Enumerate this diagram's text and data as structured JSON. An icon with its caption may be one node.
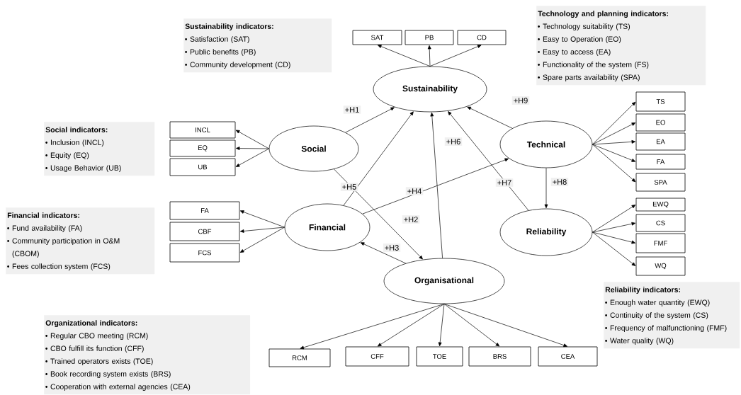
{
  "diagram": {
    "nodes": [
      {
        "text": [
          "Sustainability indicators:",
          "Satisfaction (SAT)",
          "Public benefits (PB)",
          "Community development (CD)"
        ]
      },
      {
        "text": [
          "Technology and planning indicators:",
          "Technology suitability (TS)",
          "Easy to Operation (EO)",
          "Easy to access (EA)",
          "Functionality of the system (FS)",
          "Spare parts availability (SPA)"
        ]
      },
      {
        "text": [
          "SAT"
        ]
      },
      {
        "text": [
          "PB"
        ]
      },
      {
        "text": [
          "CD"
        ]
      },
      {
        "text": [
          "Sustainability"
        ]
      },
      {
        "text": [
          "Social indicators:",
          "Inclusion (INCL)",
          "Equity (EQ)",
          "Usage Behavior (UB)"
        ]
      },
      {
        "text": [
          "INCL"
        ]
      },
      {
        "text": [
          "EQ"
        ]
      },
      {
        "text": [
          "UB"
        ]
      },
      {
        "text": [
          "Social"
        ]
      },
      {
        "text": [
          "Technical"
        ]
      },
      {
        "text": [
          "TS"
        ]
      },
      {
        "text": [
          "EO"
        ]
      },
      {
        "text": [
          "EA"
        ]
      },
      {
        "text": [
          "FA"
        ]
      },
      {
        "text": [
          "SPA"
        ]
      },
      {
        "text": [
          "Financial indicators:",
          "Fund availability (FA)",
          "Community participation in O&M (CBOM)",
          "Fees collection system (FCS)"
        ]
      },
      {
        "text": [
          "FA"
        ]
      },
      {
        "text": [
          "CBF"
        ]
      },
      {
        "text": [
          "FCS"
        ]
      },
      {
        "text": [
          "Financial"
        ]
      },
      {
        "text": [
          "Reliability"
        ]
      },
      {
        "text": [
          "EWQ"
        ]
      },
      {
        "text": [
          "CS"
        ]
      },
      {
        "text": [
          "FMF"
        ]
      },
      {
        "text": [
          "WQ"
        ]
      },
      {
        "text": [
          "Organisational"
        ]
      },
      {
        "text": [
          "Reliability indicators:",
          "Enough water quantity (EWQ)",
          "Continuity of the system (CS)",
          "Frequency of malfunctioning (FMF)",
          "Water quality (WQ)"
        ]
      },
      {
        "text": [
          "Organizational indicators:",
          "Regular CBO meeting (RCM)",
          "CBO fulfill its function (CFF)",
          "Trained operators exists (TOE)",
          "Book recording system exists (BRS)",
          "Cooperation with external agencies (CEA)"
        ]
      },
      {
        "text": [
          "RCM"
        ]
      },
      {
        "text": [
          "CFF"
        ]
      },
      {
        "text": [
          "TOE"
        ]
      },
      {
        "text": [
          "BRS"
        ]
      },
      {
        "text": [
          "CEA"
        ]
      }
    ],
    "edges": [
      {
        "from": 5,
        "to": 2,
        "arrow": "to"
      },
      {
        "from": 5,
        "to": 3,
        "arrow": "to"
      },
      {
        "from": 5,
        "to": 4,
        "arrow": "to"
      },
      {
        "from": 10,
        "to": 7,
        "arrow": "to"
      },
      {
        "from": 10,
        "to": 8,
        "arrow": "to"
      },
      {
        "from": 10,
        "to": 9,
        "arrow": "to"
      },
      {
        "from": 11,
        "to": 12,
        "arrow": "to"
      },
      {
        "from": 11,
        "to": 13,
        "arrow": "to"
      },
      {
        "from": 11,
        "to": 14,
        "arrow": "to"
      },
      {
        "from": 11,
        "to": 15,
        "arrow": "to"
      },
      {
        "from": 11,
        "to": 16,
        "arrow": "to"
      },
      {
        "from": 21,
        "to": 18,
        "arrow": "to"
      },
      {
        "from": 21,
        "to": 19,
        "arrow": "to"
      },
      {
        "from": 21,
        "to": 20,
        "arrow": "to"
      },
      {
        "from": 22,
        "to": 23,
        "arrow": "to"
      },
      {
        "from": 22,
        "to": 24,
        "arrow": "to"
      },
      {
        "from": 22,
        "to": 25,
        "arrow": "to"
      },
      {
        "from": 22,
        "to": 26,
        "arrow": "to"
      },
      {
        "from": 27,
        "to": 30,
        "arrow": "to"
      },
      {
        "from": 27,
        "to": 31,
        "arrow": "to"
      },
      {
        "from": 27,
        "to": 32,
        "arrow": "to"
      },
      {
        "from": 27,
        "to": 33,
        "arrow": "to"
      },
      {
        "from": 27,
        "to": 34,
        "arrow": "to"
      },
      {
        "from": 10,
        "to": 5,
        "arrow": "to",
        "label": "+H1"
      },
      {
        "from": 10,
        "to": 27,
        "arrow": "to",
        "label": "+H2"
      },
      {
        "from": 27,
        "to": 21,
        "arrow": "to",
        "label": "+H3"
      },
      {
        "from": 21,
        "to": 11,
        "arrow": "to",
        "label": "+H4"
      },
      {
        "from": 21,
        "to": 5,
        "arrow": "to",
        "label": "+H5"
      },
      {
        "from": 27,
        "to": 5,
        "arrow": "to",
        "label": "+H6"
      },
      {
        "from": 22,
        "to": 5,
        "arrow": "to",
        "label": "+H7"
      },
      {
        "from": 11,
        "to": 22,
        "arrow": "to",
        "label": "+H8"
      },
      {
        "from": 11,
        "to": 5,
        "arrow": "to",
        "label": "+H9"
      }
    ]
  }
}
